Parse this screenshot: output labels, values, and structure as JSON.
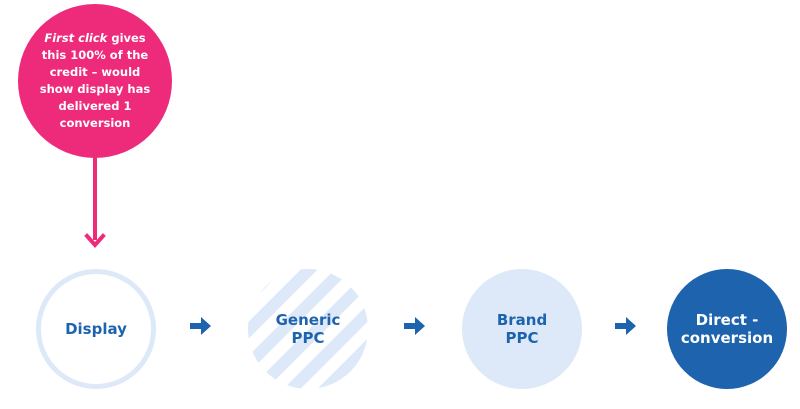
{
  "callout": {
    "emphasis": "First click",
    "text": " gives this 100% of the credit – would show display has delivered 1 conversion"
  },
  "steps": [
    {
      "line1": "Display",
      "line2": ""
    },
    {
      "line1": "Generic",
      "line2": "PPC"
    },
    {
      "line1": "Brand",
      "line2": "PPC"
    },
    {
      "line1": "Direct -",
      "line2": "conversion"
    }
  ],
  "colors": {
    "callout_pink": "#ee2a7b",
    "step_text_blue": "#1e63ad",
    "step_fill_light": "#dde9f8",
    "step_fill_dark": "#1e63ad",
    "arrow_blue": "#1e63ad",
    "dark_step_text": "#ffffff"
  }
}
